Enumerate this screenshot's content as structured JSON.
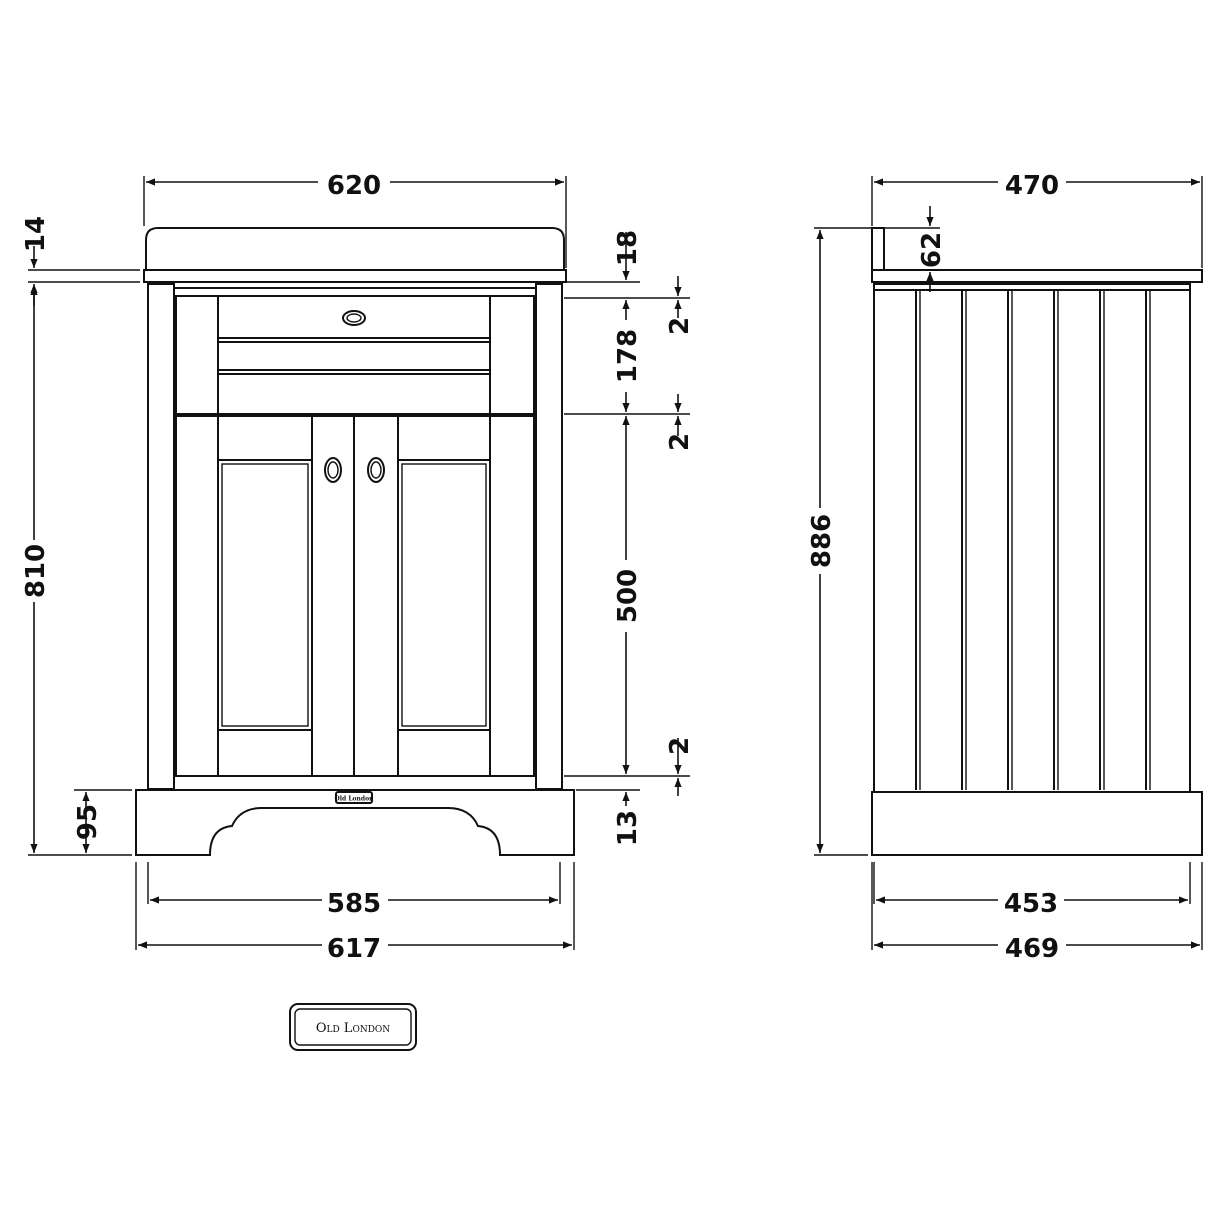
{
  "front_view": {
    "width_top": "620",
    "top_thickness": "14",
    "total_height": "810",
    "plinth_height": "95",
    "worktop_height": "18",
    "gap_top": "2",
    "drawer_height": "178",
    "gap_middle": "2",
    "door_height": "500",
    "gap_bottom": "2",
    "plinth_gap": "13",
    "inner_width": "585",
    "plinth_width": "617",
    "plinth_badge_text": "Old London"
  },
  "side_view": {
    "depth_top": "470",
    "upstand_height": "62",
    "total_height": "886",
    "inner_depth": "453",
    "plinth_depth": "469"
  },
  "logo": {
    "text": "Old London"
  }
}
